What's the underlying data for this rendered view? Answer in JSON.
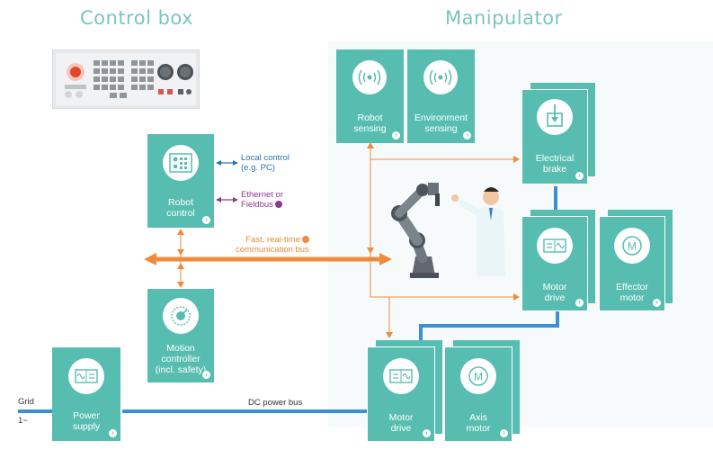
{
  "titles": {
    "control_box": "Control box",
    "manipulator": "Manipulator"
  },
  "cards": {
    "robot_sensing": "Robot sensing",
    "environment_sensing": "Environment sensing",
    "electrical_brake": "Electrical brake",
    "robot_control": "Robot control",
    "motor_drive_upper": "Motor drive",
    "effector_motor": "Effector motor",
    "motion_controller": "Motion controller (incl. safety)",
    "power_supply": "Power supply",
    "motor_drive_lower": "Motor drive",
    "axis_motor": "Axis motor"
  },
  "annotations": {
    "local_control_line1": "Local control",
    "local_control_line2": "(e.g. PC)",
    "ethernet_line1": "Ethernet or",
    "ethernet_line2": "Fieldbus",
    "comm_bus_line1": "Fast, real-time",
    "comm_bus_line2": "communication bus",
    "dc_bus": "DC power bus",
    "grid_line1": "Grid",
    "grid_line2": "1~"
  },
  "icons": {
    "sensing": "radio-waves-icon",
    "brake": "brake-icon",
    "control": "control-panel-icon",
    "drive": "motor-drive-icon",
    "motor": "motor-m-icon",
    "gauge": "gauge-icon",
    "supply": "power-supply-icon"
  },
  "colors": {
    "card": "#58bdb1",
    "card_dark": "#4fb0a4",
    "title": "#7cc4c0",
    "blue_bus": "#3b8fd6",
    "orange_bus": "#f08a3c",
    "local_control": "#2a72b8",
    "ethernet": "#8b3a8e"
  }
}
